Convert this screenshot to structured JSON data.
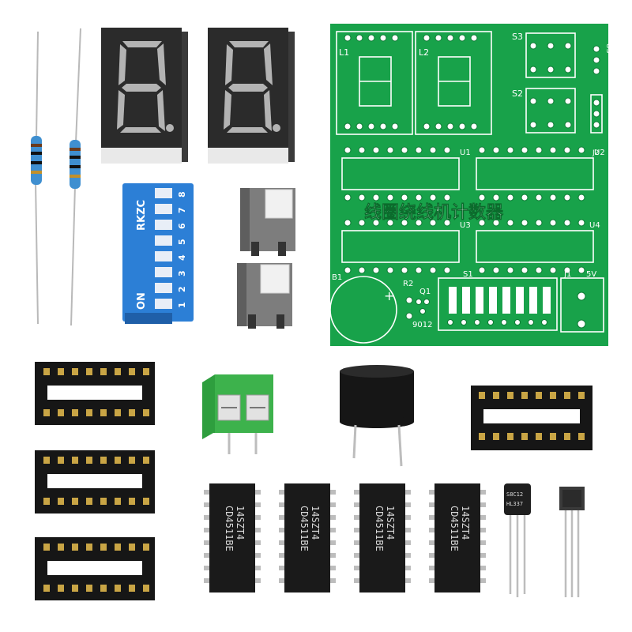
{
  "pcb": {
    "title": "线圈绕线机计数器",
    "labels": {
      "l1": "L1",
      "l2": "L2",
      "s3": "S3",
      "s2": "S2",
      "u1": "U1",
      "u2": "U2",
      "u3": "U3",
      "u4": "U4",
      "r2": "R2",
      "q1": "Q1",
      "s1": "S1",
      "j1": "J1",
      "v5": "5V",
      "b1": "B1",
      "s9012": "9012",
      "us": "US",
      "j2": "J2"
    }
  },
  "dip_switch": {
    "brand": "RKZC",
    "on_label": "ON",
    "numbers": [
      "1",
      "2",
      "3",
      "4",
      "5",
      "6",
      "7",
      "8"
    ]
  },
  "ics": [
    {
      "line1": "14SZT4",
      "line2": "CD4511BE"
    },
    {
      "line1": "14SZT4",
      "line2": "CD4511BE"
    },
    {
      "line1": "14SZT4",
      "line2": "CD4511BE"
    },
    {
      "line1": "14SZT4",
      "line2": "CD4511BE"
    }
  ],
  "transistor": {
    "line1": "S8C12",
    "line2": "HL337"
  },
  "colors": {
    "pcb_green": "#18a24a",
    "display_body": "#2b2b2b",
    "dip_blue": "#2c7fd6",
    "terminal_green": "#2e9e3e",
    "chip_black": "#1a1a1a"
  }
}
